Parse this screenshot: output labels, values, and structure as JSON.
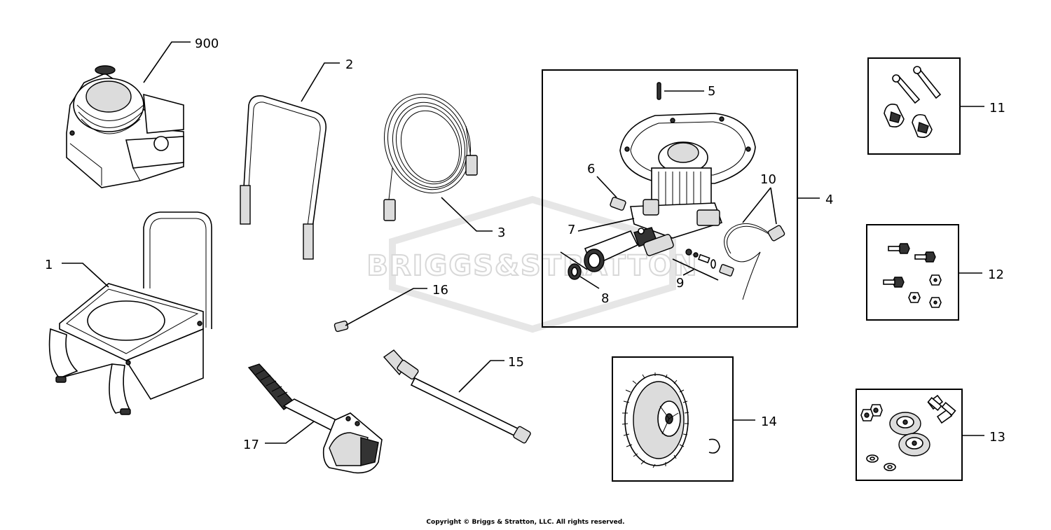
{
  "watermark": "BRIGGS&STRATTON",
  "callouts": {
    "c900": "900",
    "c1": "1",
    "c2": "2",
    "c3": "3",
    "c4": "4",
    "c5": "5",
    "c6": "6",
    "c7": "7",
    "c8": "8",
    "c9": "9",
    "c10": "10",
    "c11": "11",
    "c12": "12",
    "c13": "13",
    "c14": "14",
    "c15": "15",
    "c16": "16",
    "c17": "17"
  },
  "copyright": "Copyright © Briggs & Stratton, LLC. All rights reserved."
}
